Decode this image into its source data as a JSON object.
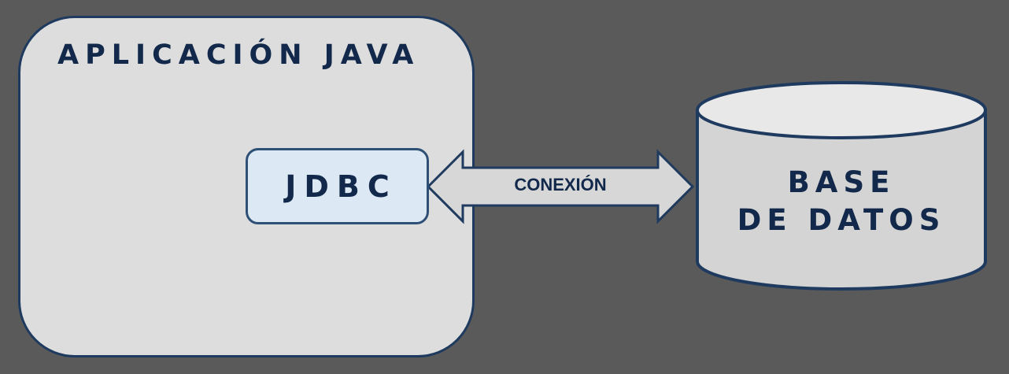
{
  "app": {
    "title": "APLICACIÓN JAVA"
  },
  "jdbc": {
    "label": "JDBC"
  },
  "connection": {
    "label": "CONEXIÓN"
  },
  "database": {
    "line1": "BASE",
    "line2": "DE DATOS"
  },
  "colors": {
    "background": "#5a5a5a",
    "box_fill": "#dddddd",
    "jdbc_fill": "#dce9f4",
    "outline": "#1f3a5f",
    "text": "#13294b"
  }
}
